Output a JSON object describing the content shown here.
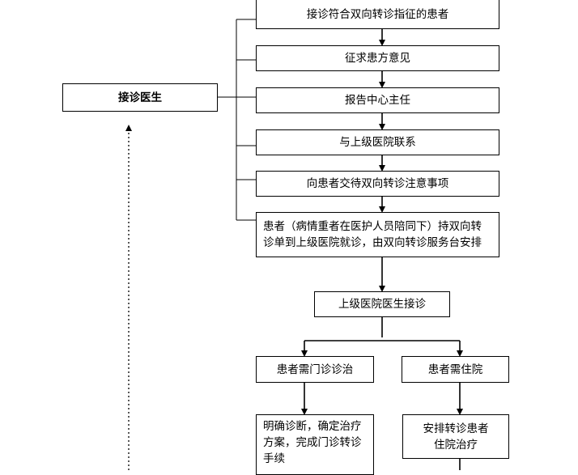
{
  "nodes": {
    "doctor": "接诊医生",
    "step1": "接诊符合双向转诊指征的患者",
    "step2": "征求患方意见",
    "step3": "报告中心主任",
    "step4": "与上级医院联系",
    "step5": "向患者交待双向转诊注意事项",
    "step6_line1": "患者（病情重者在医护人员陪同下）持双向转",
    "step6_line2": "诊单到上级医院就诊，由双向转诊服务台安排",
    "upper_doctor": "上级医院医生接诊",
    "outpatient": "患者需门诊诊治",
    "inpatient": "患者需住院",
    "outpatient_detail_line1": "明确诊断，确定治疗",
    "outpatient_detail_line2": "方案，完成门诊转诊",
    "outpatient_detail_line3": "手续",
    "inpatient_detail_line1": "安排转诊患者",
    "inpatient_detail_line2": "住院治疗"
  },
  "colors": {
    "line": "#000000",
    "box_border": "#000000",
    "background": "#ffffff"
  }
}
